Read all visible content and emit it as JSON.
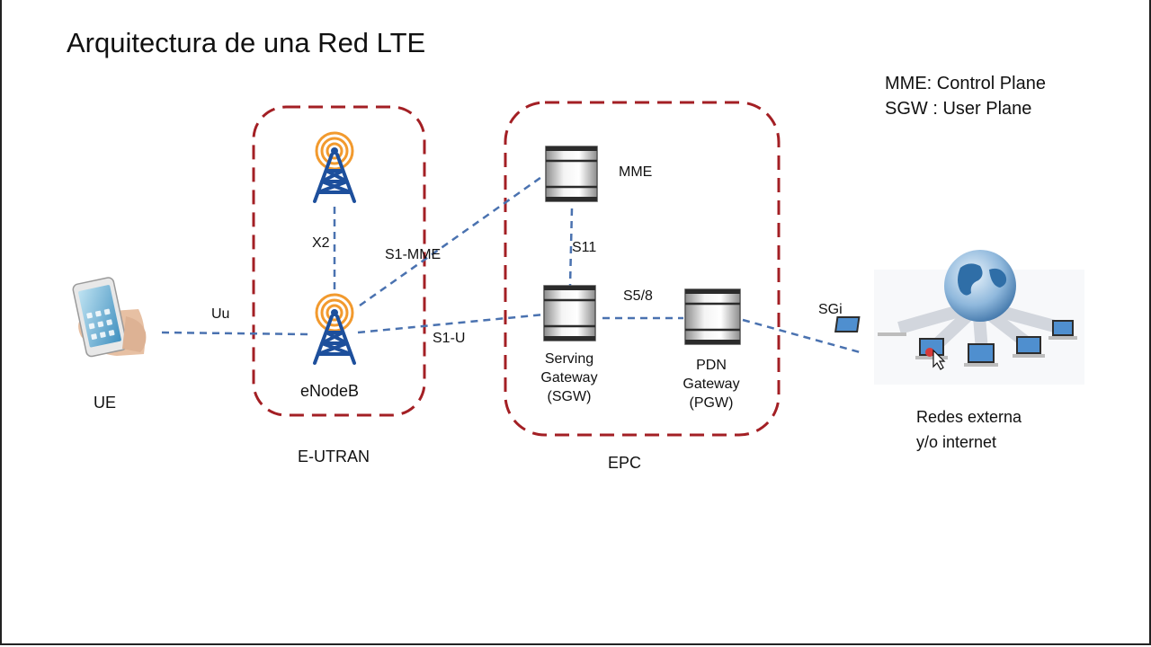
{
  "title": "Arquitectura de una Red LTE",
  "legend": {
    "line1": "MME: Control Plane",
    "line2": "SGW : User Plane"
  },
  "nodes": {
    "ue": "UE",
    "enodeb": "eNodeB",
    "mme": "MME",
    "sgw": "Serving\nGateway\n(SGW)",
    "pgw": "PDN\nGateway\n(PGW)",
    "external": "Redes externa\ny/o internet"
  },
  "regions": {
    "eutran": "E-UTRAN",
    "epc": "EPC"
  },
  "interfaces": {
    "uu": "Uu",
    "x2": "X2",
    "s1_mme": "S1-MME",
    "s1_u": "S1-U",
    "s11": "S11",
    "s5_8": "S5/8",
    "sgi": "SGi"
  },
  "colors": {
    "region_border": "#a31f24",
    "link": "#4a72b0",
    "tower": "#1d4f9c",
    "signal_rings": "#f29a2e"
  }
}
